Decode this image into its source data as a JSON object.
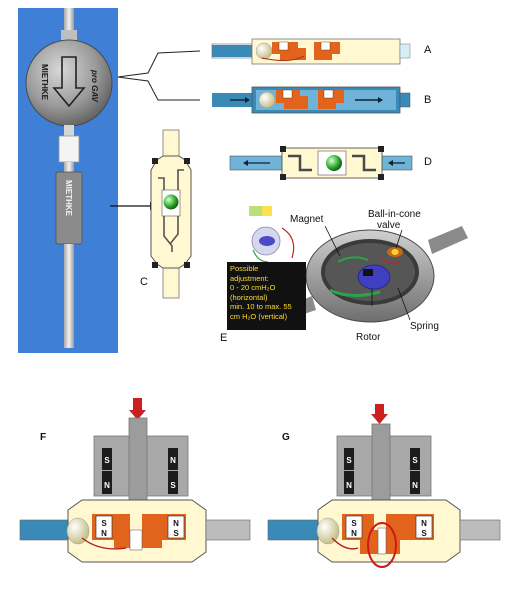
{
  "panels": {
    "a": "A",
    "b": "B",
    "c": "C",
    "d": "D",
    "e": "E",
    "f": "F",
    "g": "G"
  },
  "device_text": {
    "brand": "MIETHKE",
    "model": "pro GAV",
    "sleeve": "MIETHKE"
  },
  "callouts": {
    "magnet": "Magnet",
    "valve_line1": "Ball-in-cone",
    "valve_line2": "valve",
    "spring": "Spring",
    "rotor": "Rotor"
  },
  "adjustment_note": [
    "Possible",
    "adjustment:",
    "0 - 20 cmH₂O",
    "(horizontal)",
    "min. 10 to max. 55",
    "cm H₂O (vertical)"
  ],
  "magnet_poles": {
    "north": "N",
    "south": "S"
  },
  "colors": {
    "photo_background": "#3f7fd6",
    "valve_housing": "#fff8d0",
    "valve_body": "#e2641c",
    "catheter": "#3a8ab8",
    "magnet_block": "#a8a8a8",
    "rotor": "#3f3fbf",
    "arrow": "#cc1f1f",
    "note_text": "#ffdd33"
  }
}
